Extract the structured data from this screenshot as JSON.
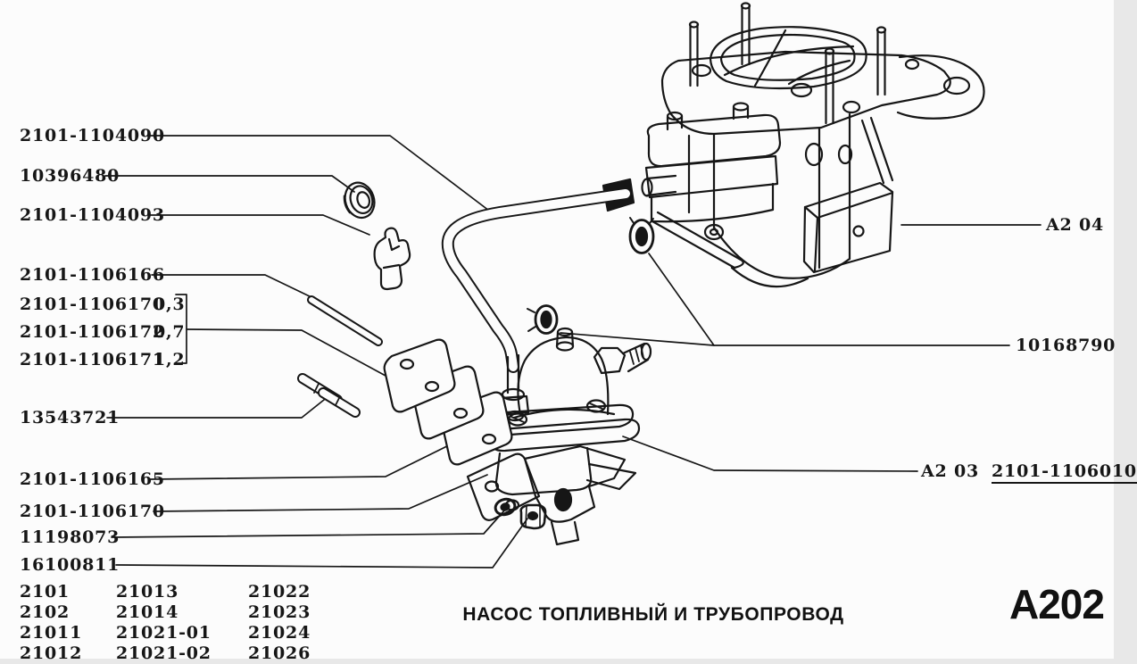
{
  "page": {
    "caption": "НАСОС ТОПЛИВНЫЙ И ТРУБОПРОВОД",
    "code": "A202"
  },
  "labels": {
    "left": [
      {
        "number": "2101-1104090"
      },
      {
        "number": "10396480"
      },
      {
        "number": "2101-1104093"
      },
      {
        "number": "2101-1106166"
      },
      {
        "number": "2101-1106170",
        "thickness": "0,3"
      },
      {
        "number": "2101-1106172",
        "thickness": "0,7"
      },
      {
        "number": "2101-1106171",
        "thickness": "1,2"
      },
      {
        "number": "13543721"
      },
      {
        "number": "2101-1106165"
      },
      {
        "number": "2101-1106170"
      },
      {
        "number": "11198073"
      },
      {
        "number": "16100811"
      }
    ],
    "right": [
      {
        "ref": "A2 04"
      },
      {
        "number": "10168790"
      },
      {
        "ref": "A2 03",
        "number": "2101-1106010"
      }
    ]
  },
  "applicability": {
    "rows": [
      [
        "2101",
        "21013",
        "21022"
      ],
      [
        "2102",
        "21014",
        "21023"
      ],
      [
        "21011",
        "21021-01",
        "21024"
      ],
      [
        "21012",
        "21021-02",
        "21026"
      ]
    ]
  },
  "art": {
    "ink": "#161616",
    "paper": "#fcfcfc"
  }
}
